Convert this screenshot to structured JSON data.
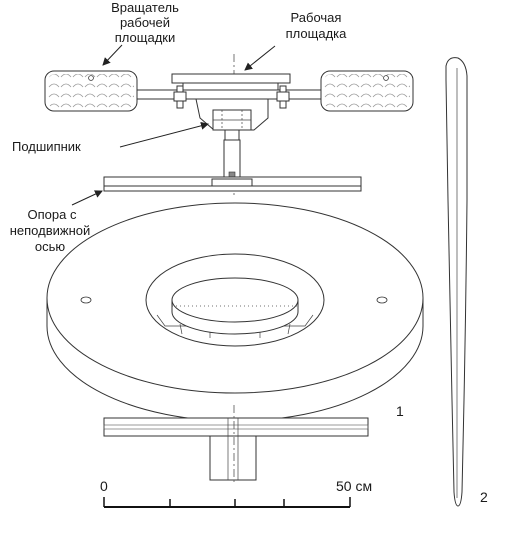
{
  "labels": {
    "rotator_line1": "Вращатель",
    "rotator_line2": "рабочей",
    "rotator_line3": "площадки",
    "platform_line1": "Рабочая",
    "platform_line2": "площадка",
    "bearing": "Подшипник",
    "support_line1": "Опора с",
    "support_line2": "неподвижной",
    "support_line3": "осью"
  },
  "figure_numbers": {
    "one": "1",
    "two": "2"
  },
  "scale_bar": {
    "start_label": "0",
    "end_label": "50 см"
  }
}
